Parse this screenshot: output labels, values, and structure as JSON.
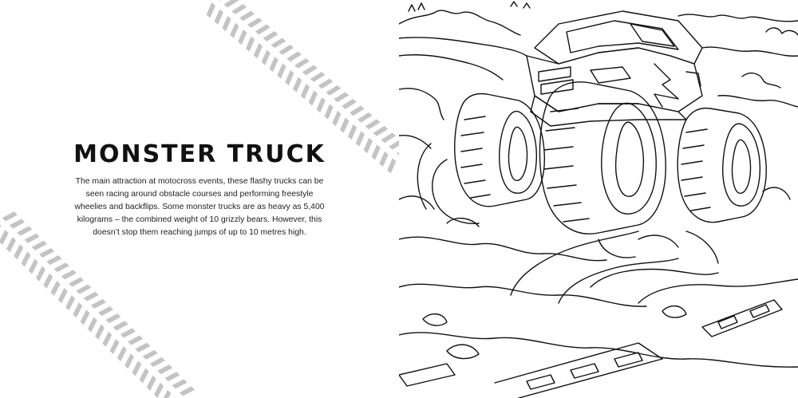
{
  "page": {
    "title": "MONSTER TRUCK",
    "body": "The main attraction at motocross events, these flashy trucks can be seen racing around obstacle courses and performing freestyle wheelies and backflips. Some monster trucks are as heavy as 5,400 kilograms – the combined weight of 10 grizzly bears. However, this doesn’t stop them reaching jumps of up to 10 metres high."
  },
  "colors": {
    "tire_track": "#c4c4c4",
    "ink": "#111111",
    "text": "#222222",
    "background": "#ffffff"
  },
  "icons": {
    "tire_track": "tire-track-pattern",
    "illustration": "monster-truck-coloring-line-art"
  }
}
